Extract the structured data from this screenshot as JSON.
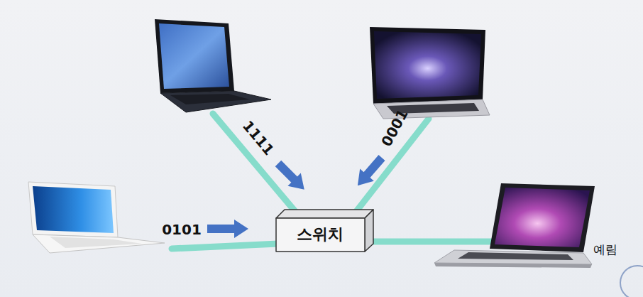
{
  "diagram": {
    "nodes": [
      {
        "text": [
          "스위치"
        ]
      }
    ],
    "labels": [
      "1111",
      "0001",
      "0101",
      "예림"
    ]
  }
}
